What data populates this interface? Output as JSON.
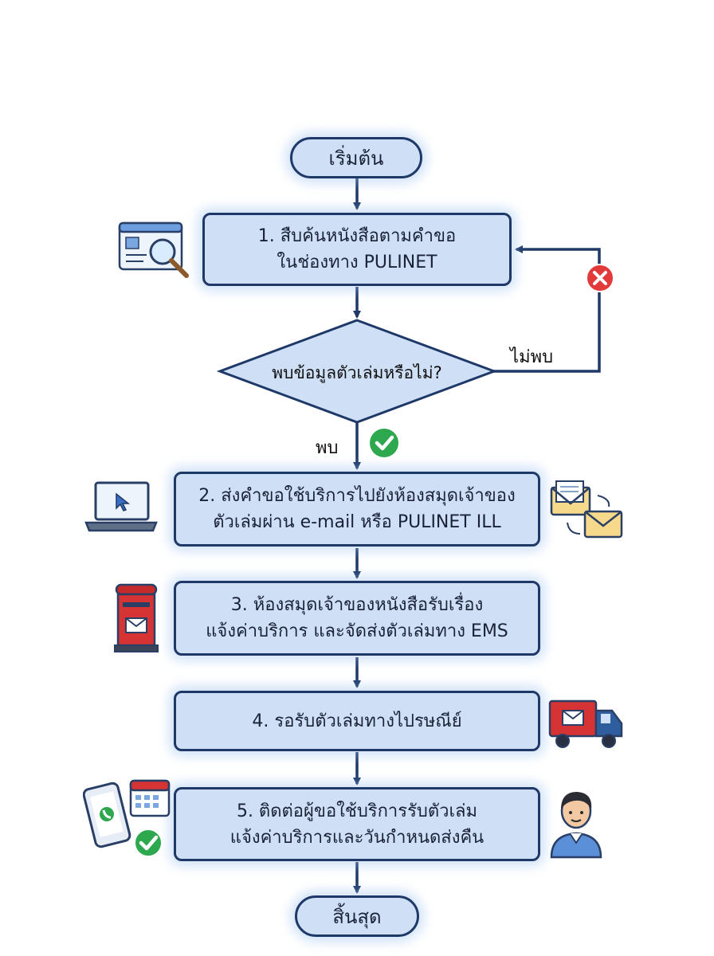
{
  "start": "เริ่มต้น",
  "steps": [
    {
      "lines": [
        "1. สืบค้นหนังสือตามคำขอ",
        "ในช่องทาง PULINET"
      ]
    },
    {
      "lines": [
        "2. ส่งคำขอใช้บริการไปยังห้องสมุดเจ้าของ",
        "ตัวเล่มผ่าน e-mail หรือ PULINET ILL"
      ]
    },
    {
      "lines": [
        "3. ห้องสมุดเจ้าของหนังสือรับเรื่อง",
        "แจ้งค่าบริการ และจัดส่งตัวเล่มทาง EMS"
      ]
    },
    {
      "lines": [
        "4. รอรับตัวเล่มทางไปรษณีย์"
      ]
    },
    {
      "lines": [
        "5. ติดต่อผู้ขอใช้บริการรับตัวเล่ม",
        "แจ้งค่าบริการและวันกำหนดส่งคืน"
      ]
    }
  ],
  "decision": "พบข้อมูลตัวเล่มหรือไม่?",
  "found_label": "พบ",
  "not_found_label": "ไม่พบ",
  "end": "สิ้นสุด",
  "colors": {
    "box_fill": "#cfe0f6",
    "border": "#1e3868",
    "yes": "#2ea84f",
    "no": "#e23a3a"
  },
  "icons": [
    "search-window-icon",
    "laptop-icon",
    "envelopes-icon",
    "mailbox-icon",
    "delivery-truck-icon",
    "phone-calendar-icon",
    "person-icon",
    "check-icon",
    "cross-icon"
  ]
}
